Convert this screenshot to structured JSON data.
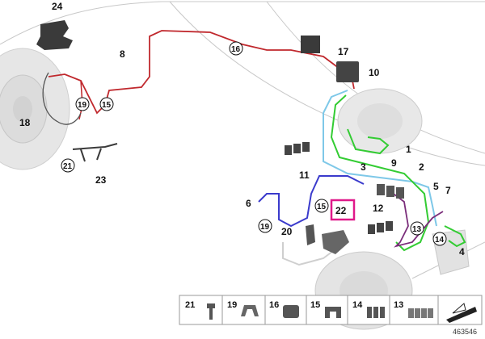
{
  "labels": {
    "l1": "1",
    "l2": "2",
    "l3": "3",
    "l4": "4",
    "l5": "5",
    "l6": "6",
    "l7": "7",
    "l8": "8",
    "l9": "9",
    "l10": "10",
    "l11": "11",
    "l12": "12",
    "l17": "17",
    "l18": "18",
    "l20": "20",
    "l22": "22",
    "l23": "23",
    "l24": "24"
  },
  "circled": {
    "c13": "13",
    "c14": "14",
    "c15a": "15",
    "c15b": "15",
    "c16": "16",
    "c19a": "19",
    "c19b": "19",
    "c21": "21"
  },
  "legend": {
    "items": [
      "21",
      "19",
      "16",
      "15",
      "14",
      "13"
    ]
  },
  "reference": "463546",
  "colors": {
    "highlight": "#e0198a",
    "red_line": "#c0282d",
    "blue_line": "#3a3acc",
    "green_line": "#33cc33",
    "cyan_line": "#7ec8e8",
    "purple_line": "#7a2d7a"
  }
}
